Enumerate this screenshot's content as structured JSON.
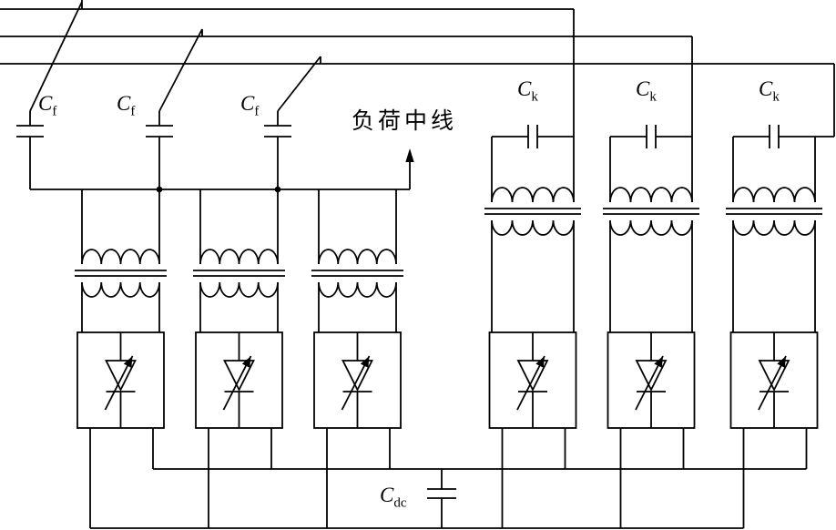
{
  "diagram": {
    "labels": {
      "filter_caps": [
        {
          "base": "C",
          "sub": "f"
        },
        {
          "base": "C",
          "sub": "f"
        },
        {
          "base": "C",
          "sub": "f"
        }
      ],
      "series_caps": [
        {
          "base": "C",
          "sub": "k"
        },
        {
          "base": "C",
          "sub": "k"
        },
        {
          "base": "C",
          "sub": "k"
        }
      ],
      "dc_cap": {
        "base": "C",
        "sub": "dc"
      },
      "neutral_line_label": "负荷中线"
    },
    "colors": {
      "line": "#000000",
      "background": "#ffffff"
    }
  }
}
